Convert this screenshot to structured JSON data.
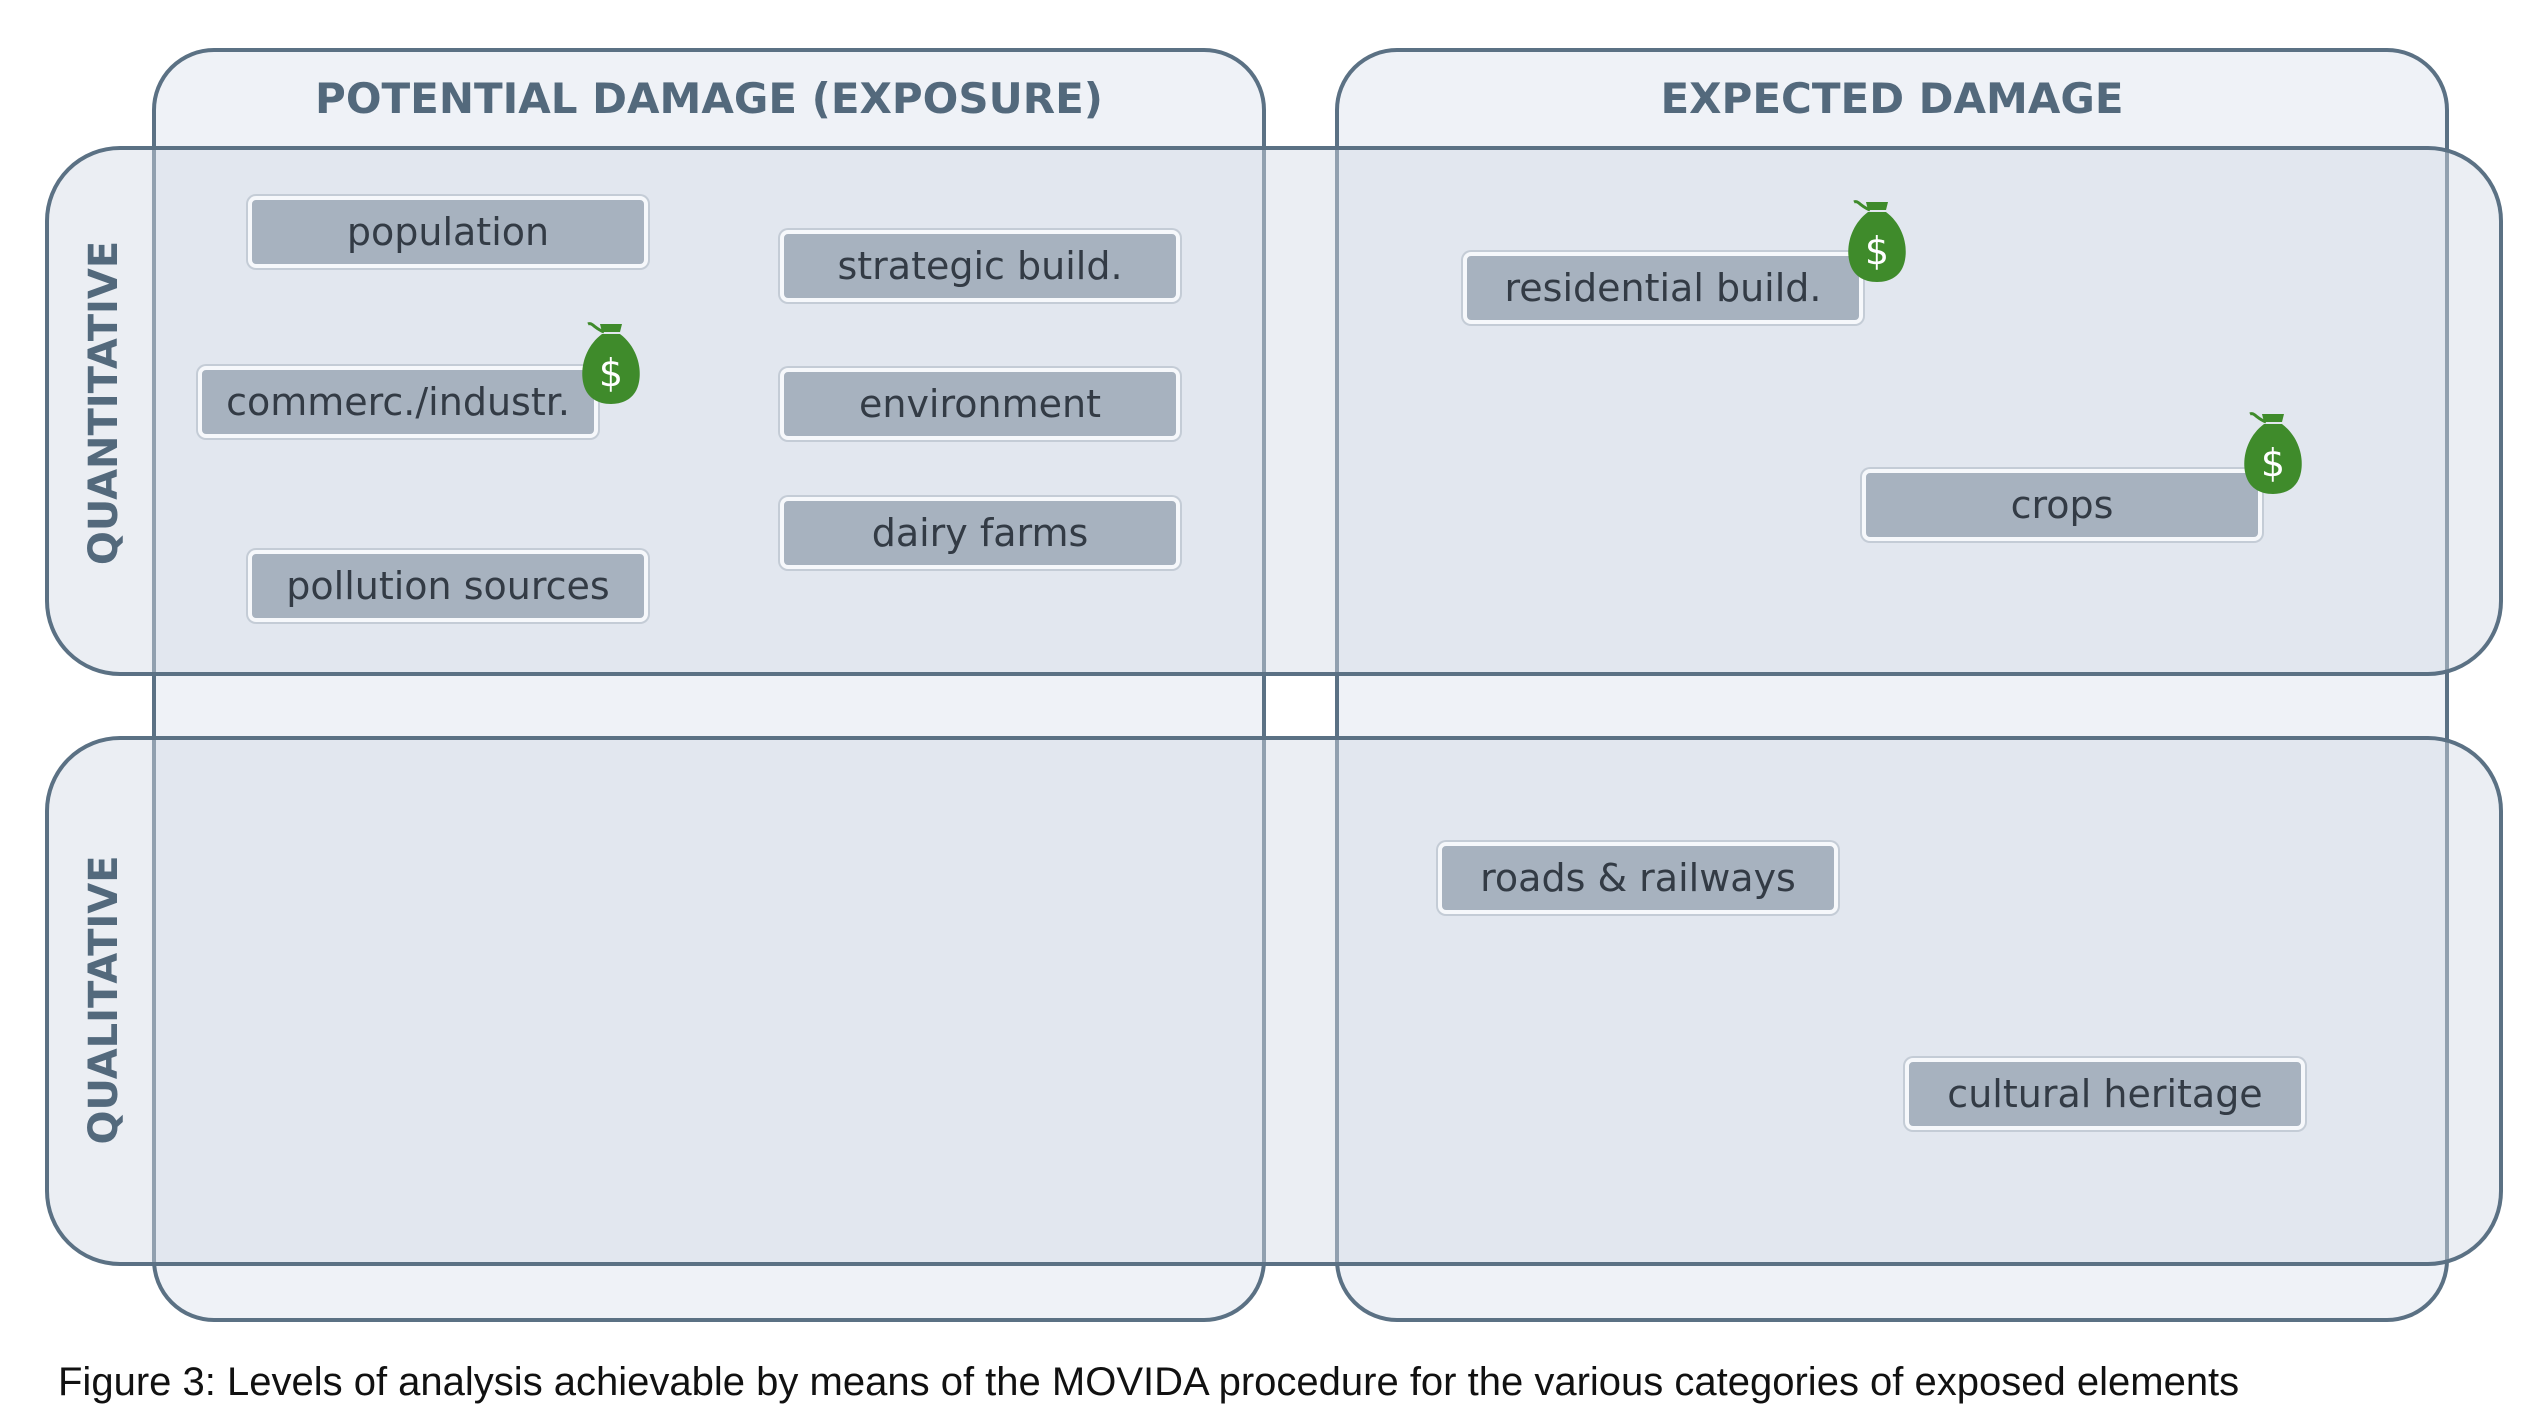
{
  "columns": {
    "potential": {
      "title": "POTENTIAL DAMAGE (EXPOSURE)"
    },
    "expected": {
      "title": "EXPECTED DAMAGE"
    }
  },
  "rows": {
    "quantitative": {
      "title": "QUANTITATIVE"
    },
    "qualitative": {
      "title": "QUALITATIVE"
    }
  },
  "elements": {
    "population": "population",
    "strategic_build": "strategic build.",
    "commerc_industr": "commerc./industr.",
    "environment": "environment",
    "dairy_farms": "dairy farms",
    "pollution_sources": "pollution sources",
    "residential_build": "residential build.",
    "crops": "crops",
    "roads_railways": "roads & railways",
    "cultural_heritage": "cultural heritage"
  },
  "icons": {
    "money_bag": {
      "name": "money-bag-icon",
      "color": "#3f8b2b",
      "symbol": "$"
    }
  },
  "caption": "Figure 3: Levels of analysis achievable by means of the MOVIDA procedure for the various categories of exposed elements"
}
